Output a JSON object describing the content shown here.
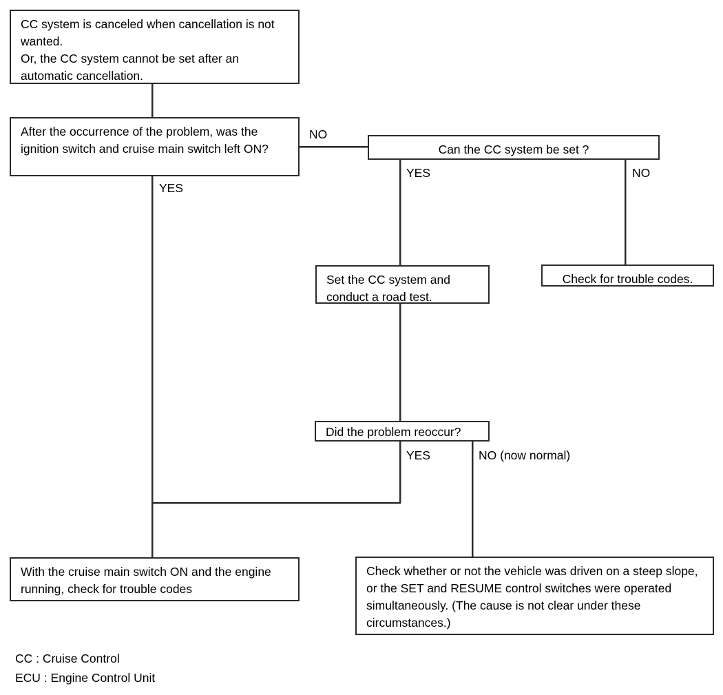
{
  "diagram": {
    "title": "CC System Cancellation Troubleshooting Flowchart",
    "line_color": "#2b2b2b",
    "text_color": "#000000",
    "background_color": "#ffffff"
  },
  "nodes": {
    "problem_statement": "CC system is canceled when cancellation is not wanted.\nOr, the CC system cannot be set after an automatic cancellation.",
    "question_ignition": "After the occurrence of the problem, was the ignition switch and cruise main switch left ON?",
    "question_can_set": "Can the CC system be set ?",
    "action_road_test": "Set the CC system and conduct a road test.",
    "action_check_codes": "Check for trouble codes.",
    "question_reoccur": "Did the problem reoccur?",
    "action_cruise_on_codes": "With the cruise main switch ON and the engine running, check for trouble codes",
    "action_check_conditions": "Check whether or not the vehicle was driven on a steep slope, or the SET and RESUME control switches were operated simultaneously. (The cause is not clear under these circumstances.)"
  },
  "edge_labels": {
    "ignition_no": "NO",
    "ignition_yes": "YES",
    "can_set_yes": "YES",
    "can_set_no": "NO",
    "reoccur_yes": "YES",
    "reoccur_no": "NO (now normal)"
  },
  "legend": {
    "line1": "CC : Cruise Control",
    "line2": "ECU : Engine Control Unit"
  }
}
